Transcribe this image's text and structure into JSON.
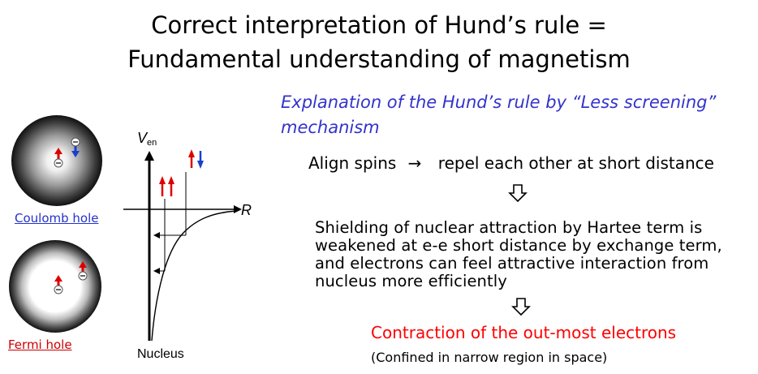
{
  "title": {
    "line1": "Correct interpretation of Hund’s rule =",
    "line2": "Fundamental understanding of magnetism"
  },
  "explanation": {
    "heading": "Explanation of the Hund’s rule  by “Less screening” mechanism",
    "align_text": "Align spins",
    "align_arrow": "→",
    "repel_text": "repel each other at short distance",
    "shielding_text": "Shielding of nuclear attraction by Hartee term is weakened at e-e short distance by exchange term, and electrons can feel attractive interaction from nucleus more efficiently",
    "contraction_text": "Contraction of the out-most electrons",
    "confined_text": "(Confined in narrow region in space)"
  },
  "diagram": {
    "coulomb_label": "Coulomb hole",
    "fermi_label": "Fermi hole",
    "axis_v_label": "V",
    "axis_v_sub": "en",
    "axis_r_label": "R",
    "nucleus_label": "Nucleus"
  },
  "colors": {
    "subtitle": "#3333cc",
    "emphasis": "#ff0000",
    "coulomb_label": "#2233cc",
    "fermi_label": "#cc0000",
    "spin_up": "#dd0000",
    "spin_down": "#1a3fcc"
  }
}
